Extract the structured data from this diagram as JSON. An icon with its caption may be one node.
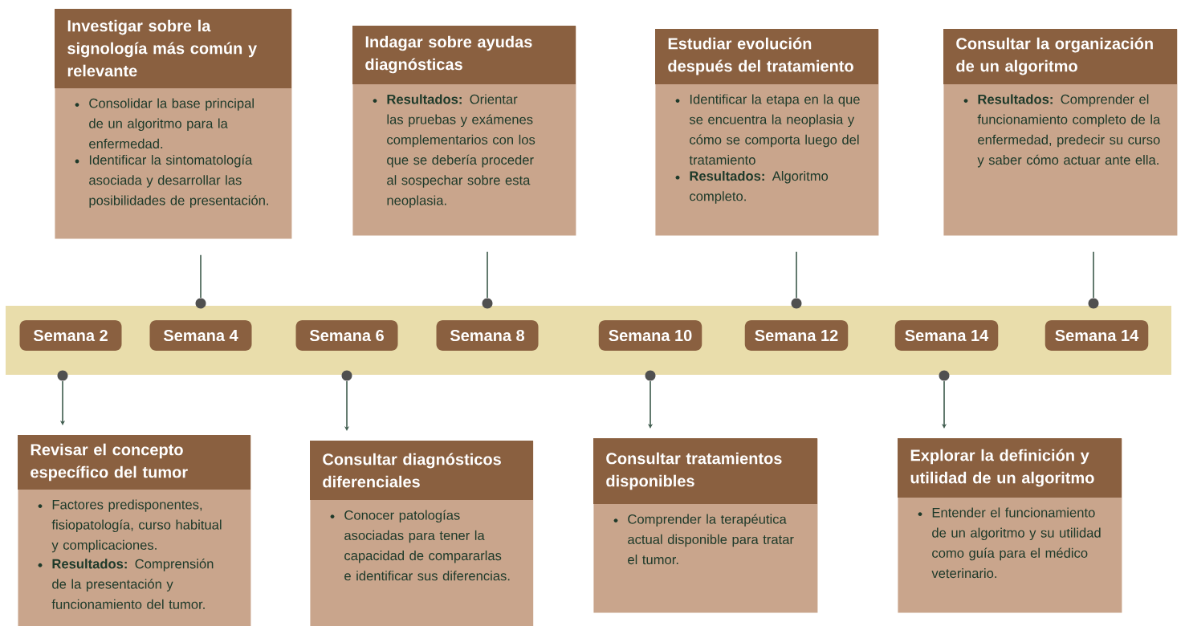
{
  "diagram": {
    "nodes": [
      {
        "text": [
          "Investigar sobre la signología más común y relevante",
          "Consolidar la base principal de un algoritmo para la enfermedad.",
          "Identificar la sintomatología asociada y desarrollar las posibilidades de presentación."
        ]
      },
      {
        "text": [
          "Indagar sobre ayudas diagnósticas",
          "**Resultados:** Orientar las pruebas y exámenes complementarios con los que se debería proceder al sospechar sobre esta neoplasia."
        ]
      },
      {
        "text": [
          "Estudiar evolución después del tratamiento",
          "Identificar la etapa en la que se encuentra la neoplasia y cómo se comporta luego del tratamiento",
          "**Resultados:** Algoritmo completo."
        ]
      },
      {
        "text": [
          "Consultar la organización de un algoritmo",
          "**Resultados:** Comprender el funcionamiento completo de la enfermedad, predecir su curso y saber cómo actuar ante ella."
        ]
      },
      {
        "text": [],
        "shape": "circle"
      },
      {
        "text": [],
        "shape": "circle"
      },
      {
        "text": [],
        "shape": "circle"
      },
      {
        "text": [],
        "shape": "circle"
      },
      {
        "text": [
          "Semana 2"
        ]
      },
      {
        "text": [
          "Semana 4"
        ]
      },
      {
        "text": [
          "Semana 6"
        ]
      },
      {
        "text": [
          "Semana 8"
        ]
      },
      {
        "text": [
          "Semana 10"
        ]
      },
      {
        "text": [
          "Semana 12"
        ]
      },
      {
        "text": [
          "Semana 14"
        ]
      },
      {
        "text": [
          "Semana 14"
        ]
      },
      {
        "text": [],
        "shape": "circle"
      },
      {
        "text": [],
        "shape": "circle"
      },
      {
        "text": [],
        "shape": "circle"
      },
      {
        "text": [],
        "shape": "circle"
      },
      {
        "text": [
          "Revisar el concepto específico del tumor",
          "Factores predisponentes, fisiopatología, curso habitual y complicaciones.",
          "**Resultados:** Comprensión de la presentación y funcionamiento del tumor."
        ]
      },
      {
        "text": [
          "Consultar diagnósticos diferenciales",
          "Conocer patologías asociadas para tener la capacidad de compararlas e identificar sus diferencias."
        ]
      },
      {
        "text": [
          "Consultar tratamientos disponibles",
          "Comprender la terapéutica actual disponible para tratar el tumor."
        ]
      },
      {
        "text": [
          "Explorar la definición y utilidad de un algoritmo",
          "Entender el funcionamiento de un algoritmo y su utilidad como guía para el médico veterinario."
        ]
      }
    ],
    "edges": [
      {
        "from": 0,
        "to": 4,
        "arrow": "none"
      },
      {
        "from": 1,
        "to": 5,
        "arrow": "none"
      },
      {
        "from": 2,
        "to": 6,
        "arrow": "none"
      },
      {
        "from": 3,
        "to": 7,
        "arrow": "none"
      },
      {
        "from": 16,
        "to": 20,
        "arrow": "to"
      },
      {
        "from": 17,
        "to": 21,
        "arrow": "to"
      },
      {
        "from": 18,
        "to": 22,
        "arrow": "to"
      },
      {
        "from": 19,
        "to": 23,
        "arrow": "to"
      }
    ]
  }
}
